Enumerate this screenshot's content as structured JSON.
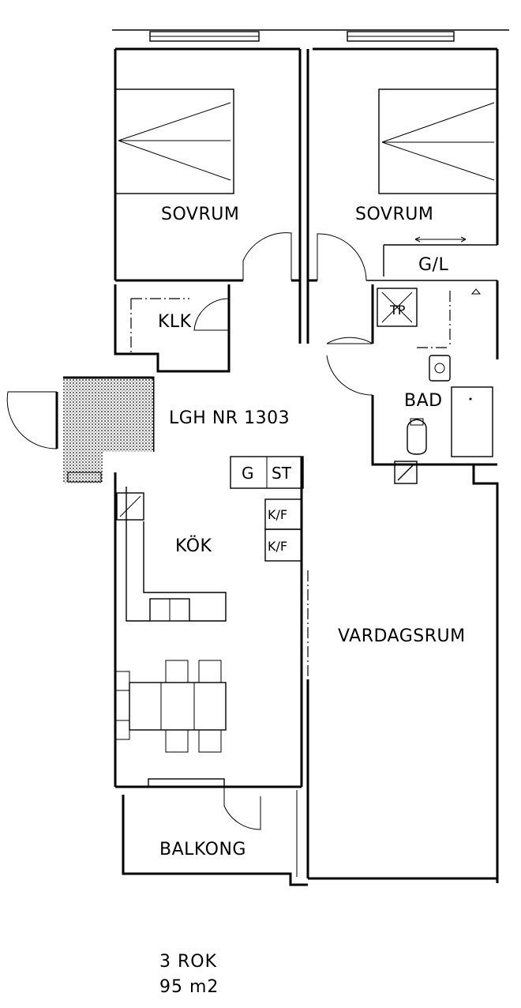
{
  "rooms": {
    "sovrum_left": "SOVRUM",
    "sovrum_right": "SOVRUM",
    "gl": "G/L",
    "klk": "KLK",
    "bad": "BAD",
    "tp": "TP",
    "apartment_no": "LGH  NR  1303",
    "kok": "KÖK",
    "g": "G",
    "st": "ST",
    "kf1": "K/F",
    "kf2": "K/F",
    "vardagsrum": "VARDAGSRUM",
    "balkong": "BALKONG"
  },
  "summary": {
    "rooms": "3  ROK",
    "area": "95  m2"
  }
}
